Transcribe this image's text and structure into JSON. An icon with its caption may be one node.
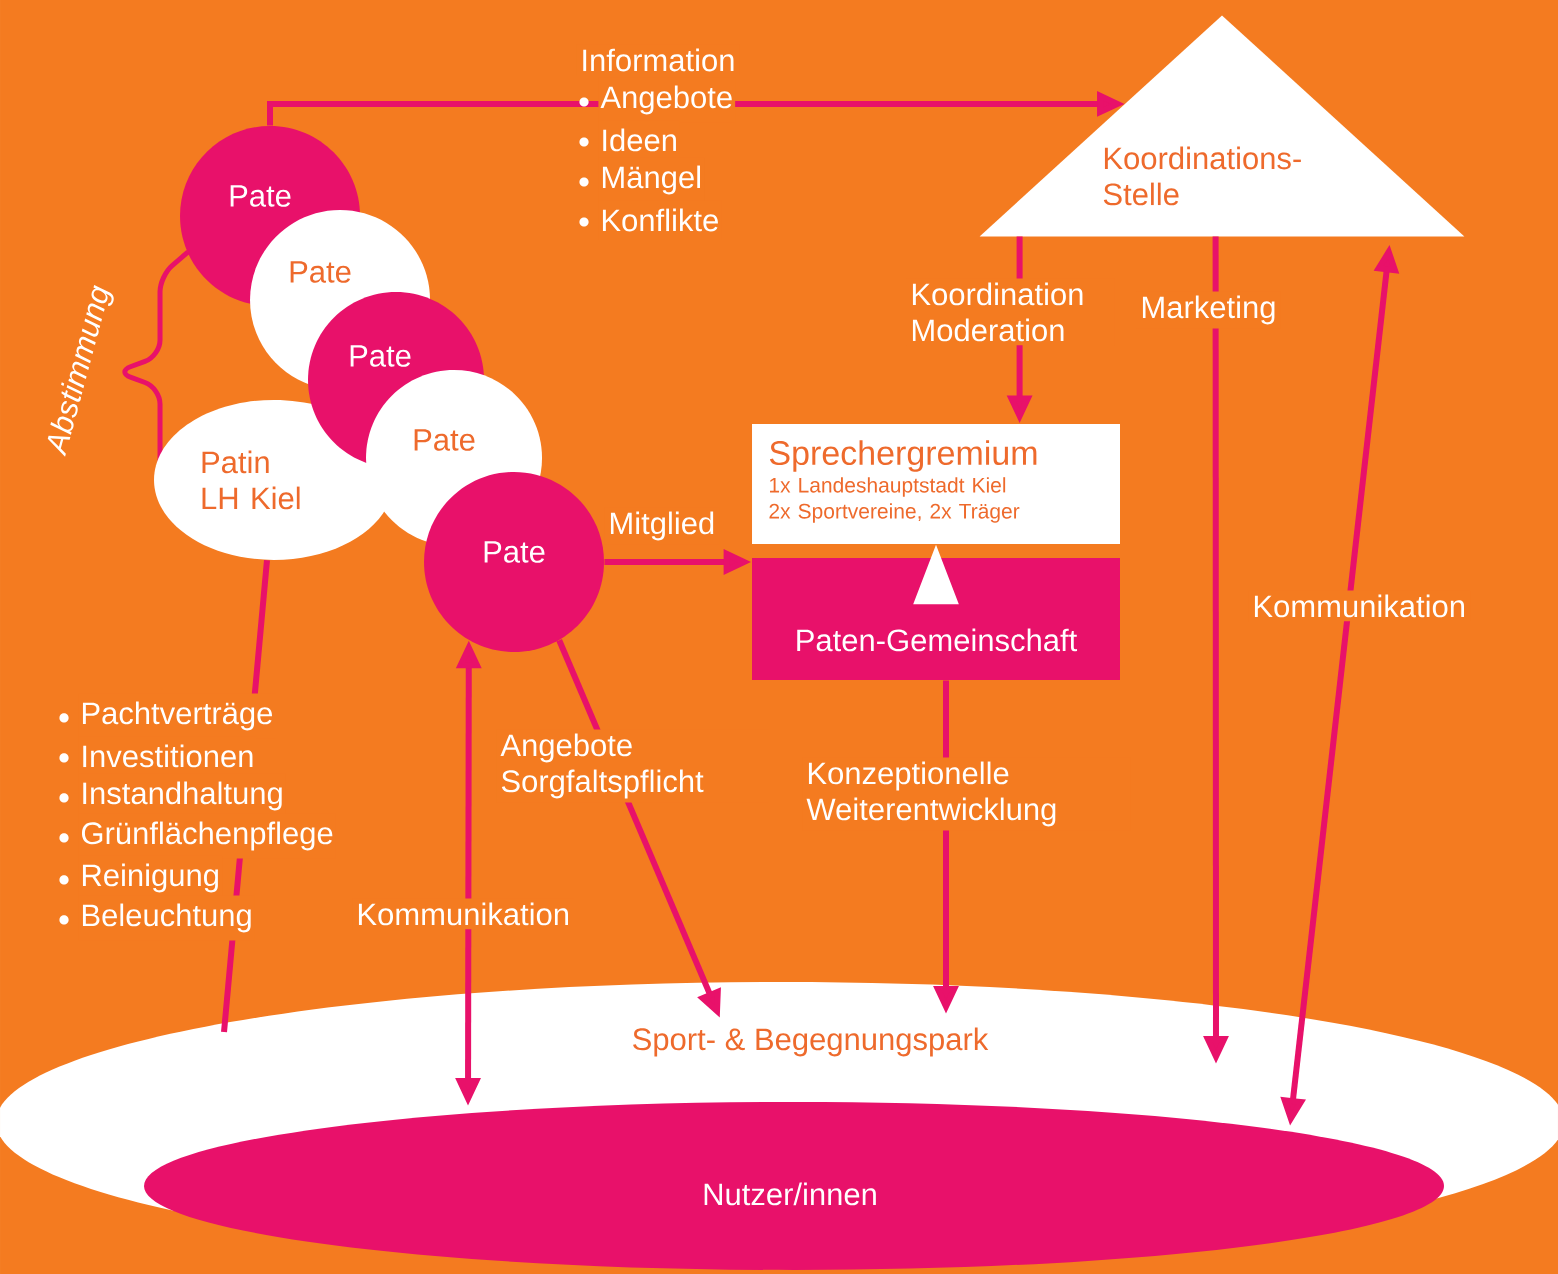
{
  "diagram": {
    "nodes": [
      {
        "text": [
          "Pate"
        ]
      },
      {
        "text": [
          "Pate"
        ]
      },
      {
        "text": [
          "Pate"
        ]
      },
      {
        "text": [
          "Patin LH Kiel"
        ]
      },
      {
        "text": [
          "Pate"
        ]
      },
      {
        "text": [
          "Pate"
        ]
      },
      {
        "text": [
          "Koordinations-Stelle"
        ]
      },
      {
        "text": [
          "Sprechergremium",
          "1x Landeshauptstadt Kiel 2x Sportvereine, 2x Träger"
        ]
      },
      {
        "text": [
          "Paten-Gemeinschaft"
        ]
      },
      {
        "text": [
          "Sport- & Begegnungspark"
        ]
      },
      {
        "text": [
          "Nutzer/innen"
        ],
        "in": 9
      }
    ],
    "edges": [
      {
        "from": 0,
        "to": 6,
        "arrow": "to",
        "label": "Information"
      },
      {
        "from": 6,
        "to": 7,
        "arrow": "to",
        "label": "Koordination Moderation"
      },
      {
        "from": 6,
        "to": 9,
        "arrow": "to",
        "label": "Marketing"
      },
      {
        "from": 10,
        "to": 6,
        "arrow": "both",
        "label": "Kommunikation"
      },
      {
        "from": 5,
        "to": 8,
        "arrow": "to",
        "label": "Mitglied"
      },
      {
        "from": 8,
        "to": 7,
        "arrow": "to",
        "color": "#ffffff"
      },
      {
        "from": 8,
        "to": 9,
        "arrow": "to",
        "label": "Konzeptionelle Weiterentwicklung"
      },
      {
        "from": 5,
        "to": 9,
        "arrow": "to",
        "label": "Angebote Sorgfaltspflicht"
      },
      {
        "from": 5,
        "to": 10,
        "arrow": "both",
        "label": "Kommunikation"
      },
      {
        "from": 3,
        "to": 9,
        "arrow": "none"
      }
    ],
    "labels": [
      "Angebote",
      "Ideen",
      "Mängel",
      "Konflikte",
      "Abstimmung",
      "Pachtverträge",
      "Investitionen",
      "Instandhaltung",
      "Grünflächenpflege",
      "Reinigung",
      "Beleuchtung"
    ]
  }
}
